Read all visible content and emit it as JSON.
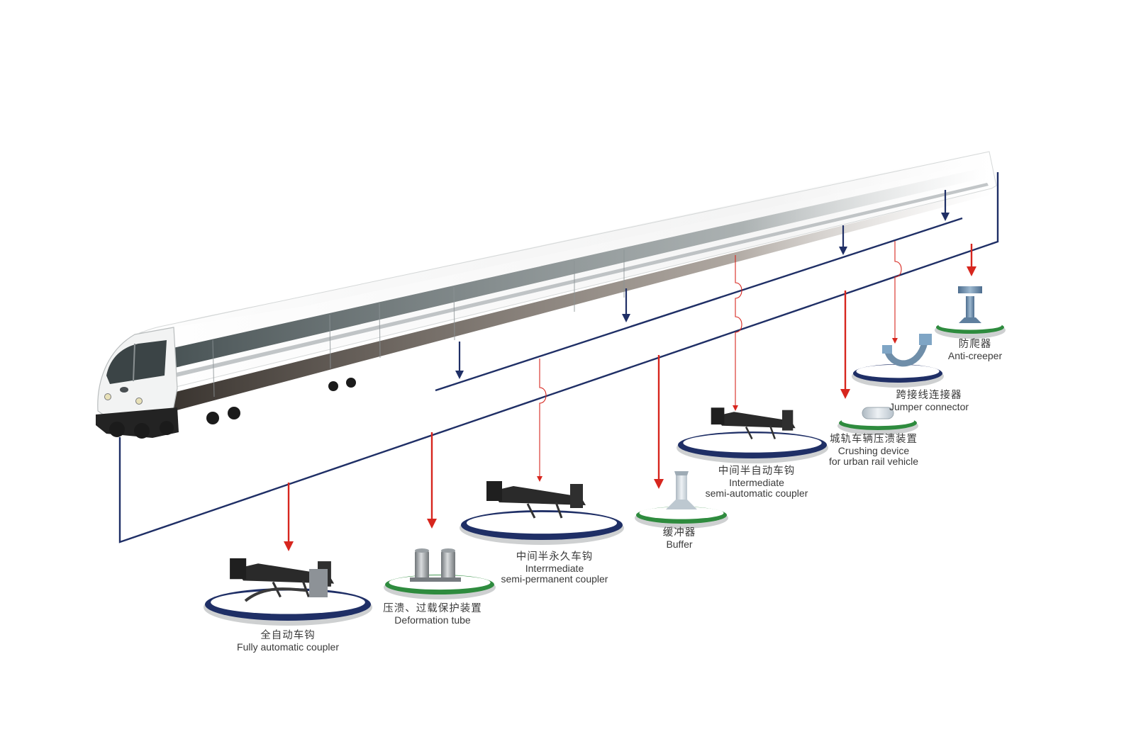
{
  "colors": {
    "navy": "#1f2f66",
    "red": "#d7261e",
    "green": "#2e8b3e",
    "label": "#3a3a3a"
  },
  "components": [
    {
      "key": "fully-automatic-coupler",
      "zh": "全自动车钩",
      "en": [
        "Fully automatic coupler"
      ],
      "icon": "coupler-icon",
      "ring": "navy"
    },
    {
      "key": "deformation-tube",
      "zh": "压溃、过载保护装置",
      "en": [
        "Deformation tube"
      ],
      "icon": "deformation-tube-icon",
      "ring": "green"
    },
    {
      "key": "semi-permanent-coupler",
      "zh": "中间半永久车钩",
      "en": [
        "Interrmediate",
        "semi-permanent coupler"
      ],
      "icon": "coupler-icon",
      "ring": "navy"
    },
    {
      "key": "buffer",
      "zh": "缓冲器",
      "en": [
        "Buffer"
      ],
      "icon": "buffer-icon",
      "ring": "green"
    },
    {
      "key": "semi-automatic-coupler",
      "zh": "中间半自动车钩",
      "en": [
        "Intermediate",
        "semi-automatic coupler"
      ],
      "icon": "coupler-icon",
      "ring": "navy"
    },
    {
      "key": "crushing-device",
      "zh": "城轨车辆压溃装置",
      "en": [
        "Crushing device",
        "for urban rail vehicle"
      ],
      "icon": "crushing-device-icon",
      "ring": "green"
    },
    {
      "key": "jumper-connector",
      "zh": "跨接线连接器",
      "en": [
        "Jumper connector"
      ],
      "icon": "jumper-connector-icon",
      "ring": "navy"
    },
    {
      "key": "anti-creeper",
      "zh": "防爬器",
      "en": [
        "Anti-creeper"
      ],
      "icon": "anti-creeper-icon",
      "ring": "green"
    }
  ]
}
